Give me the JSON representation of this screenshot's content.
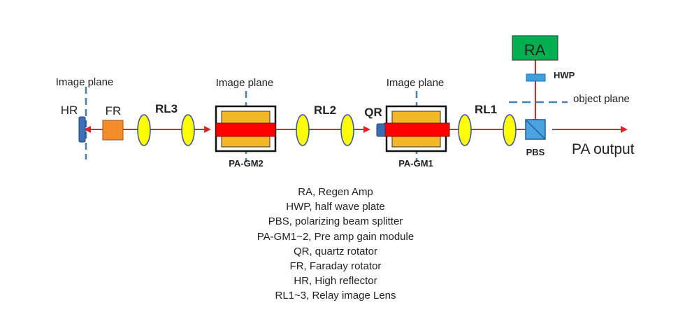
{
  "labels": {
    "image_plane_1": "Image plane",
    "image_plane_2": "Image plane",
    "image_plane_3": "Image plane",
    "hr": "HR",
    "fr": "FR",
    "rl3": "RL3",
    "rl2": "RL2",
    "rl1": "RL1",
    "qr": "QR",
    "pa_gm2": "PA-GM2",
    "pa_gm1": "PA-GM1",
    "ra": "RA",
    "hwp": "HWP",
    "object_plane": "object plane",
    "pbs": "PBS",
    "pa_output": "PA output"
  },
  "legend": [
    "RA, Regen Amp",
    "HWP, half wave plate",
    "PBS, polarizing beam splitter",
    "PA-GM1~2, Pre amp gain module",
    "QR, quartz rotator",
    "FR, Faraday rotator",
    "HR, High reflector",
    "RL1~3, Relay image Lens"
  ],
  "colors": {
    "beam": "#e8202a",
    "lens_fill": "#ffff00",
    "gain_frame": "#f2b827",
    "gain_rod": "#ff0000",
    "ra_box": "#00b050",
    "fr_box": "#f58c2a",
    "hwp": "#3aa0e0",
    "pbs": "#4aa3df",
    "hr": "#3f6fb5",
    "qr": "#3a6db0",
    "dashed": "#4a7fb0"
  }
}
